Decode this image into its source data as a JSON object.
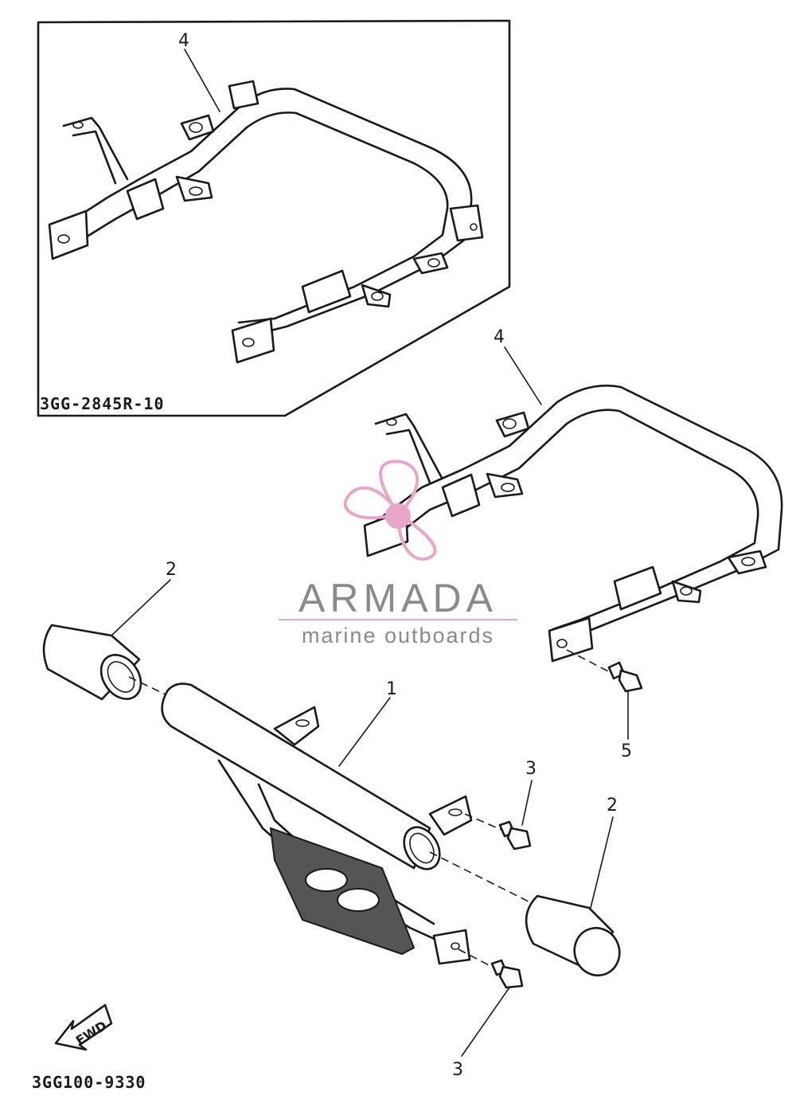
{
  "inset": {
    "part_code": "3GG-2845R-10"
  },
  "callouts": {
    "inset_bar": "4",
    "main_bar": "4",
    "left_cap": "2",
    "right_cap": "2",
    "upper_bolt": "3",
    "lower_bolt": "3",
    "rear_bolt": "5",
    "guard": "1"
  },
  "fwd_label": "FWD",
  "diagram_code": "3GG100-9330",
  "watermark": {
    "brand": "ARMADA",
    "tagline": "marine outboards",
    "brand_color": "#8a8a8a",
    "accent_color": "#e8a7c8"
  }
}
